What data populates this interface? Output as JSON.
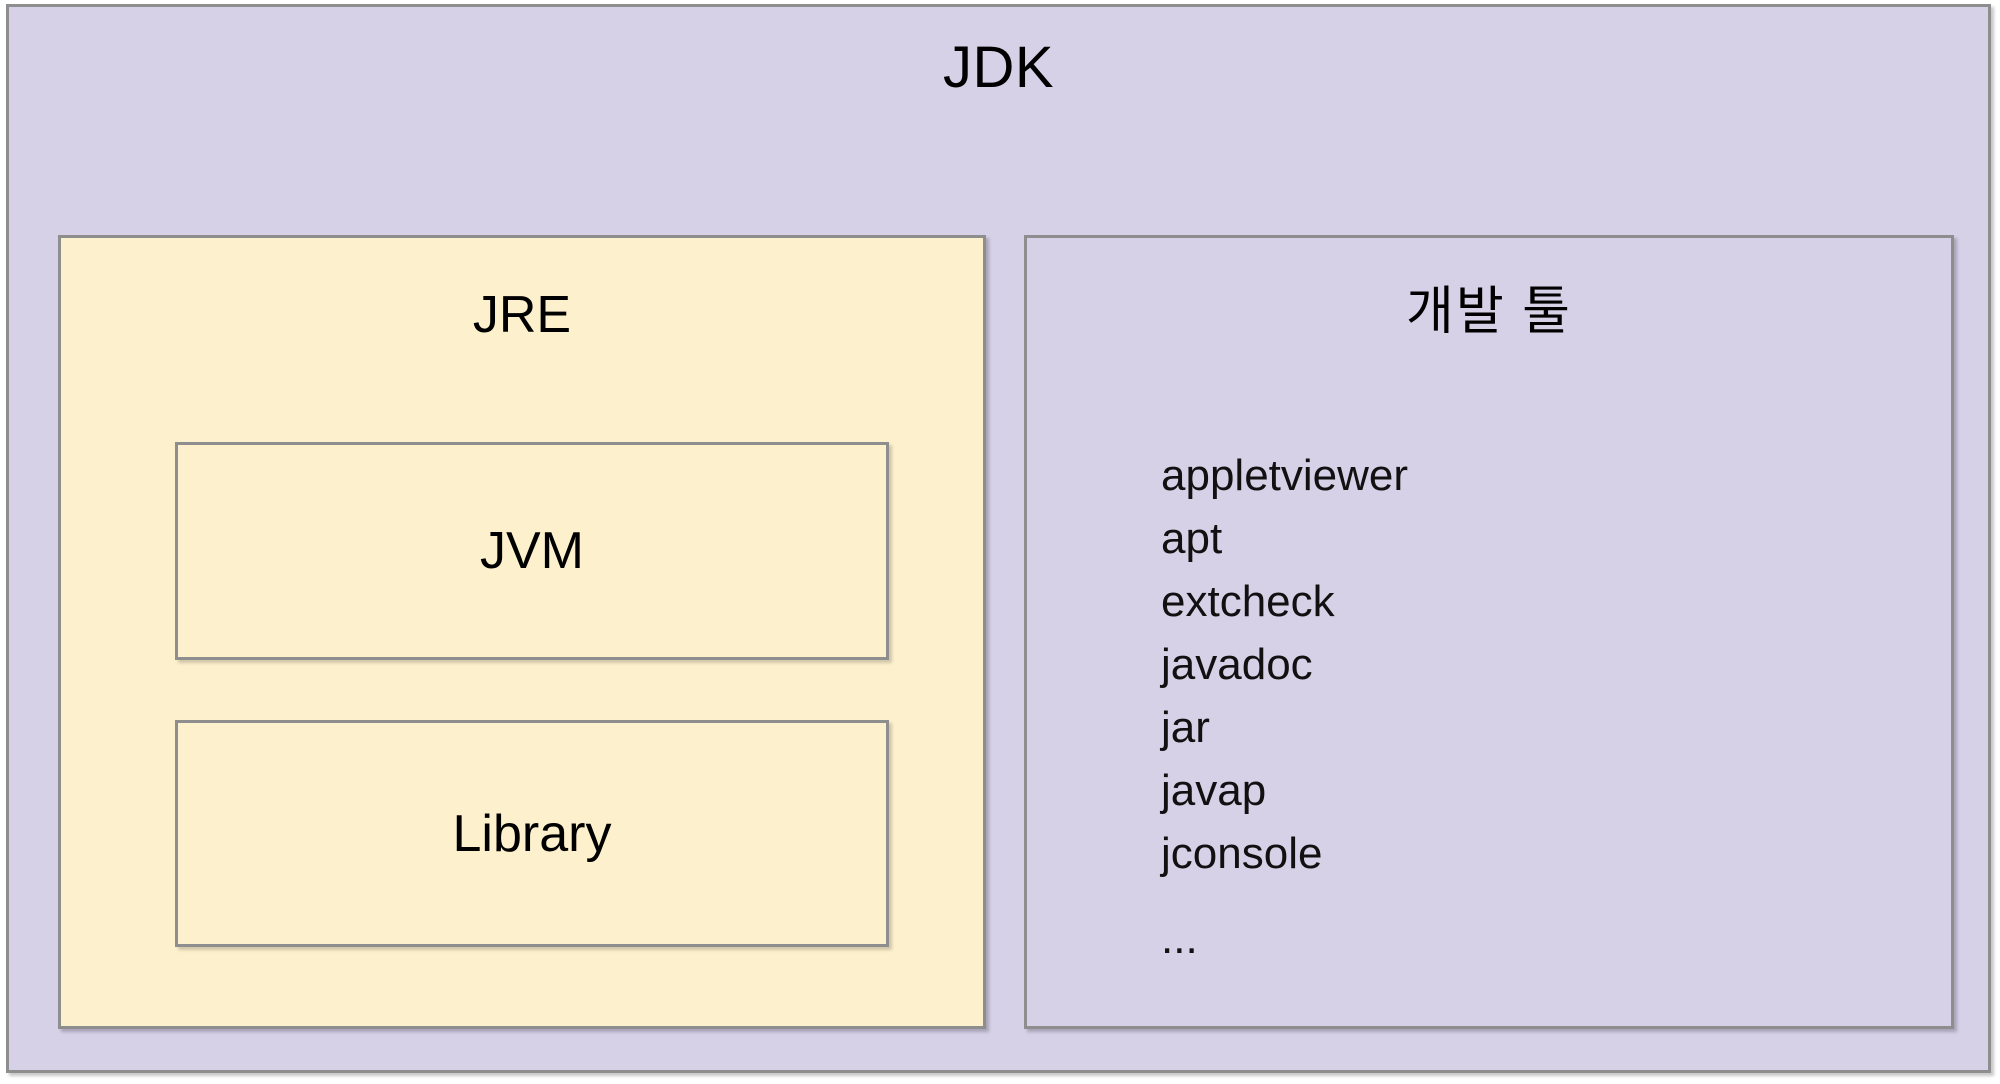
{
  "diagram": {
    "title": "JDK",
    "colors": {
      "jdk_fill": "#d7d1e8",
      "jre_fill": "#fdf1cd",
      "devtools_fill": "#d7d1e8",
      "border": "#8e8e8e",
      "text": "#000000"
    },
    "jre": {
      "title": "JRE",
      "components": [
        {
          "label": "JVM"
        },
        {
          "label": "Library"
        }
      ]
    },
    "devtools": {
      "title": "개발 툴",
      "tools": [
        {
          "label": "appletviewer",
          "spaced": false
        },
        {
          "label": "apt",
          "spaced": false
        },
        {
          "label": "extcheck",
          "spaced": false
        },
        {
          "label": "javadoc",
          "spaced": false
        },
        {
          "label": "jar",
          "spaced": false
        },
        {
          "label": "javap",
          "spaced": false
        },
        {
          "label": "jconsole",
          "spaced": false
        },
        {
          "label": "...",
          "spaced": true
        }
      ]
    }
  }
}
